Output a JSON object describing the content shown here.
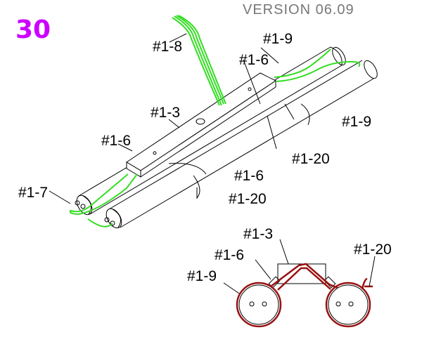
{
  "version": "VERSION 06.09",
  "page_number": "30",
  "main_view_labels": {
    "wire_harness": "#1-8",
    "tube_upper": "#1-9",
    "clip_top": "#1-6",
    "bracket": "#1-3",
    "tube_lower": "#1-9",
    "clip_left": "#1-6",
    "tie_right": "#1-20",
    "clip_mid": "#1-6",
    "end_cap": "#1-7",
    "tie_mid": "#1-20"
  },
  "section_view_labels": {
    "bracket": "#1-3",
    "clip": "#1-6",
    "tube": "#1-9",
    "tie": "#1-20"
  },
  "colors": {
    "page_number": "#cc00ff",
    "wire": "#33dd22",
    "tie": "#991111",
    "version": "#777777"
  }
}
